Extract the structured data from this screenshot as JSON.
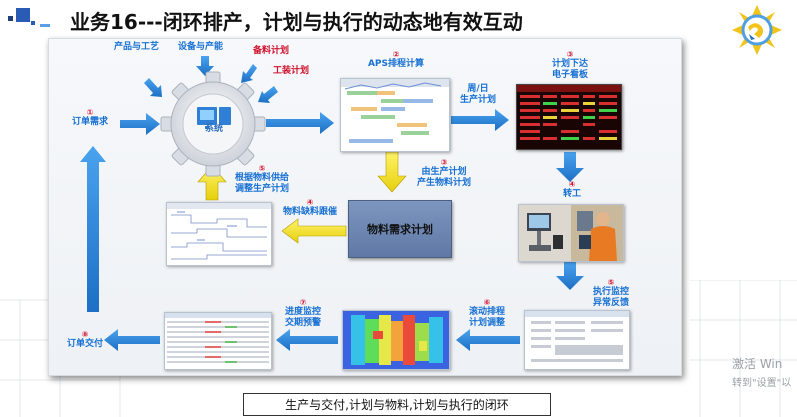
{
  "header": {
    "title": "业务16---闭环排产，计划与执行的动态地有效互动"
  },
  "diagram": {
    "gear_label": "系统",
    "inputs": {
      "product": "产品与工艺",
      "equipment": "设备与产能",
      "material": "备料计划",
      "tooling": "工装计划"
    },
    "steps": {
      "order_num": "①",
      "order": "订单需求",
      "aps_num": "②",
      "aps": "APS排程计算",
      "dispatch_num": "③",
      "dispatch_line1": "计划下达",
      "dispatch_line2": "电子看板",
      "daily_line1": "周/日",
      "daily_line2": "生产计划",
      "gen_num": "③",
      "gen_line1": "由生产计划",
      "gen_line2": "产生物料计划",
      "material_box": "物料需求计划",
      "track_num": "④",
      "track": "物料缺料跟催",
      "adjust_num": "⑤",
      "adjust_line1": "根据物料供给",
      "adjust_line2": "调整生产计划",
      "transfer_num": "④",
      "transfer": "转工",
      "monitor_num": "⑤",
      "monitor_line1": "执行监控",
      "monitor_line2": "异常反馈",
      "rolling_num": "⑥",
      "rolling_line1": "滚动排程",
      "rolling_line2": "计划调整",
      "progress_num": "⑦",
      "progress_line1": "进度监控",
      "progress_line2": "交期预警",
      "delivery_num": "⑧",
      "delivery": "订单交付"
    },
    "caption": "生产与交付,计划与物料,计划与执行的闭环"
  },
  "watermark": {
    "line1": "激活 Win",
    "line2": "转到\"设置\"以"
  },
  "colors": {
    "accent_blue": "#1770d3",
    "number_red": "#d0102a",
    "arrow_blue": "#2f86d6",
    "arrow_yellow": "#f2e31c"
  }
}
